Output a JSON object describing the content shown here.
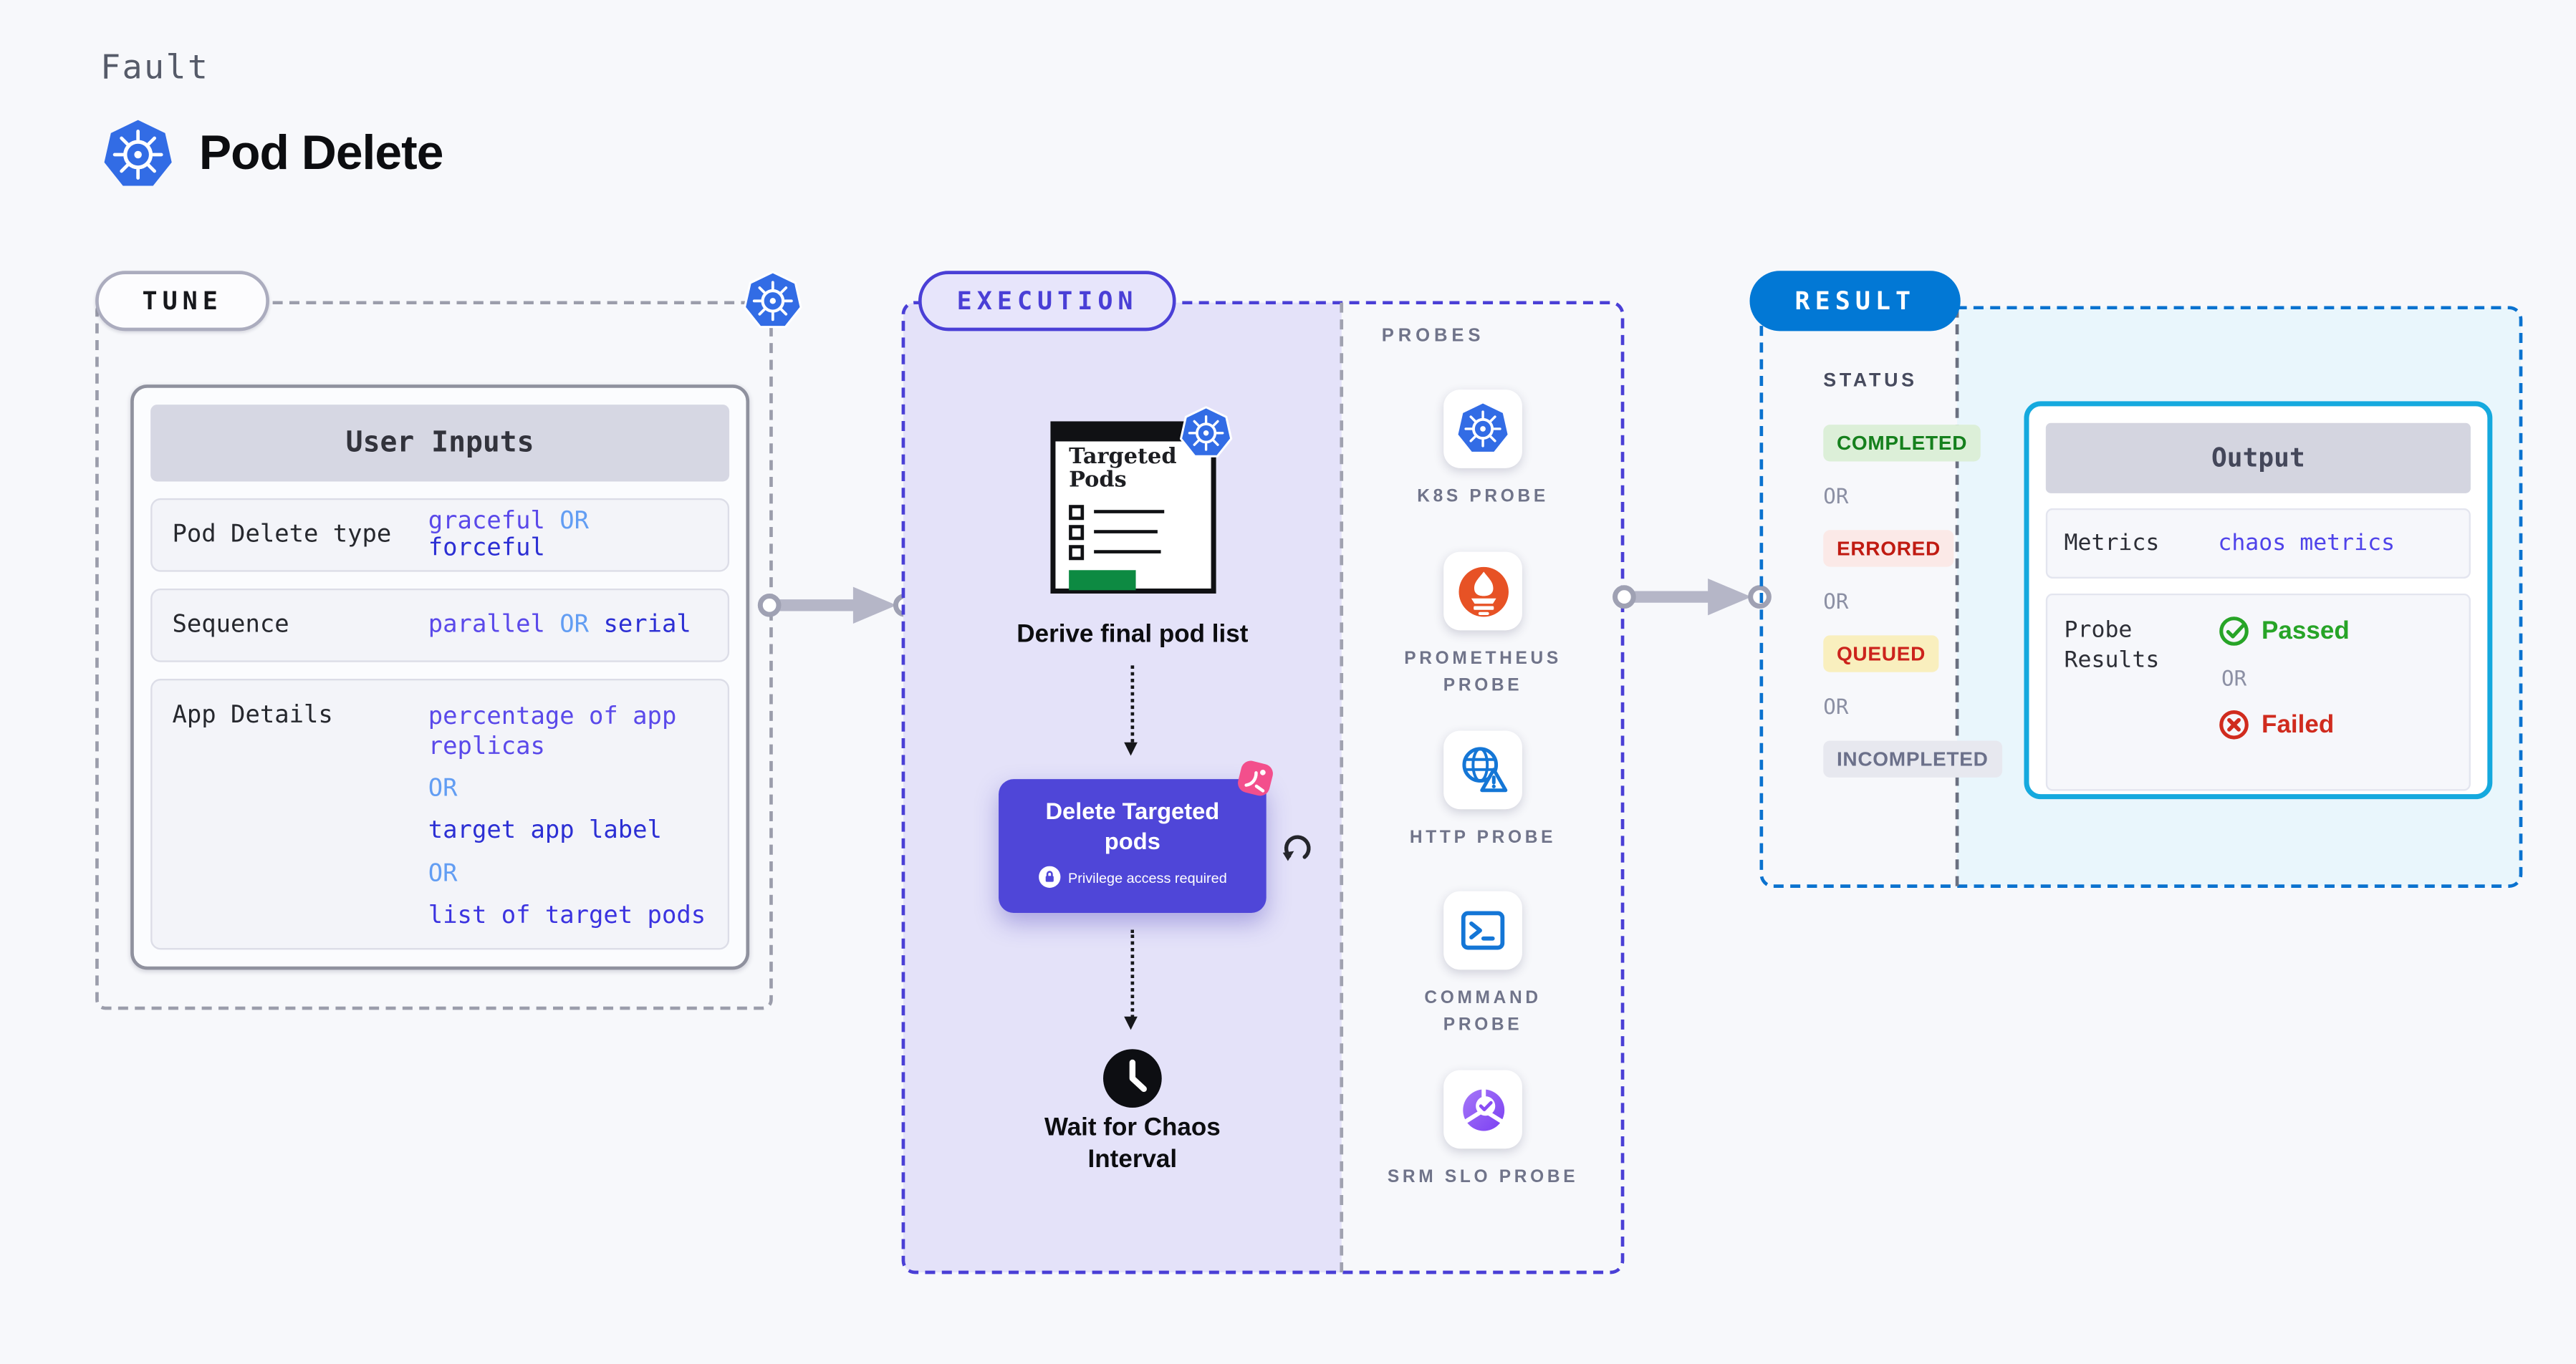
{
  "header": {
    "eyebrow": "Fault",
    "title": "Pod Delete"
  },
  "colors": {
    "kubernetes_blue": "#326ce5",
    "execution_indigo": "#4a3fd6",
    "result_blue": "#0278d5",
    "output_border_cyan": "#15a9de",
    "delete_node_indigo": "#4f46d8",
    "value_purple": "#5a49ea",
    "value_blue": "#2c2fd4",
    "or_blue": "#629df3",
    "passed_green": "#27a427",
    "failed_red": "#d02b1e"
  },
  "tune": {
    "badge": "TUNE",
    "user_inputs": {
      "header": "User Inputs",
      "row1": {
        "label": "Pod Delete type",
        "v1": "graceful",
        "or": "OR",
        "v2": "forceful"
      },
      "row2": {
        "label": "Sequence",
        "v1": "parallel",
        "or": "OR",
        "v2": "serial"
      },
      "row3": {
        "label": "App Details",
        "v1": "percentage of app replicas",
        "or1": "OR",
        "v2": "target app label",
        "or2": "OR",
        "v3": "list of target pods"
      }
    }
  },
  "execution": {
    "badge": "EXECUTION",
    "targeted_pods_title": "Targeted Pods",
    "derive_caption": "Derive final pod list",
    "delete_title": "Delete Targeted pods",
    "delete_subtitle": "Privilege access required",
    "wait_caption": "Wait for Chaos Interval",
    "probes": {
      "title": "PROBES",
      "items": [
        {
          "label": "K8S PROBE",
          "icon": "kubernetes-icon"
        },
        {
          "label": "PROMETHEUS PROBE",
          "icon": "prometheus-icon"
        },
        {
          "label": "HTTP PROBE",
          "icon": "globe-warning-icon"
        },
        {
          "label": "COMMAND PROBE",
          "icon": "terminal-icon"
        },
        {
          "label": "SRM SLO PROBE",
          "icon": "slo-check-icon"
        }
      ]
    }
  },
  "result": {
    "badge": "RESULT",
    "status": {
      "title": "STATUS",
      "completed": "COMPLETED",
      "or1": "OR",
      "errored": "ERRORED",
      "or2": "OR",
      "queued": "QUEUED",
      "or3": "OR",
      "incompleted": "INCOMPLETED"
    },
    "output": {
      "header": "Output",
      "metrics_label": "Metrics",
      "metrics_value": "chaos metrics",
      "probe_results_label": "Probe Results",
      "passed": "Passed",
      "or": "OR",
      "failed": "Failed"
    }
  }
}
